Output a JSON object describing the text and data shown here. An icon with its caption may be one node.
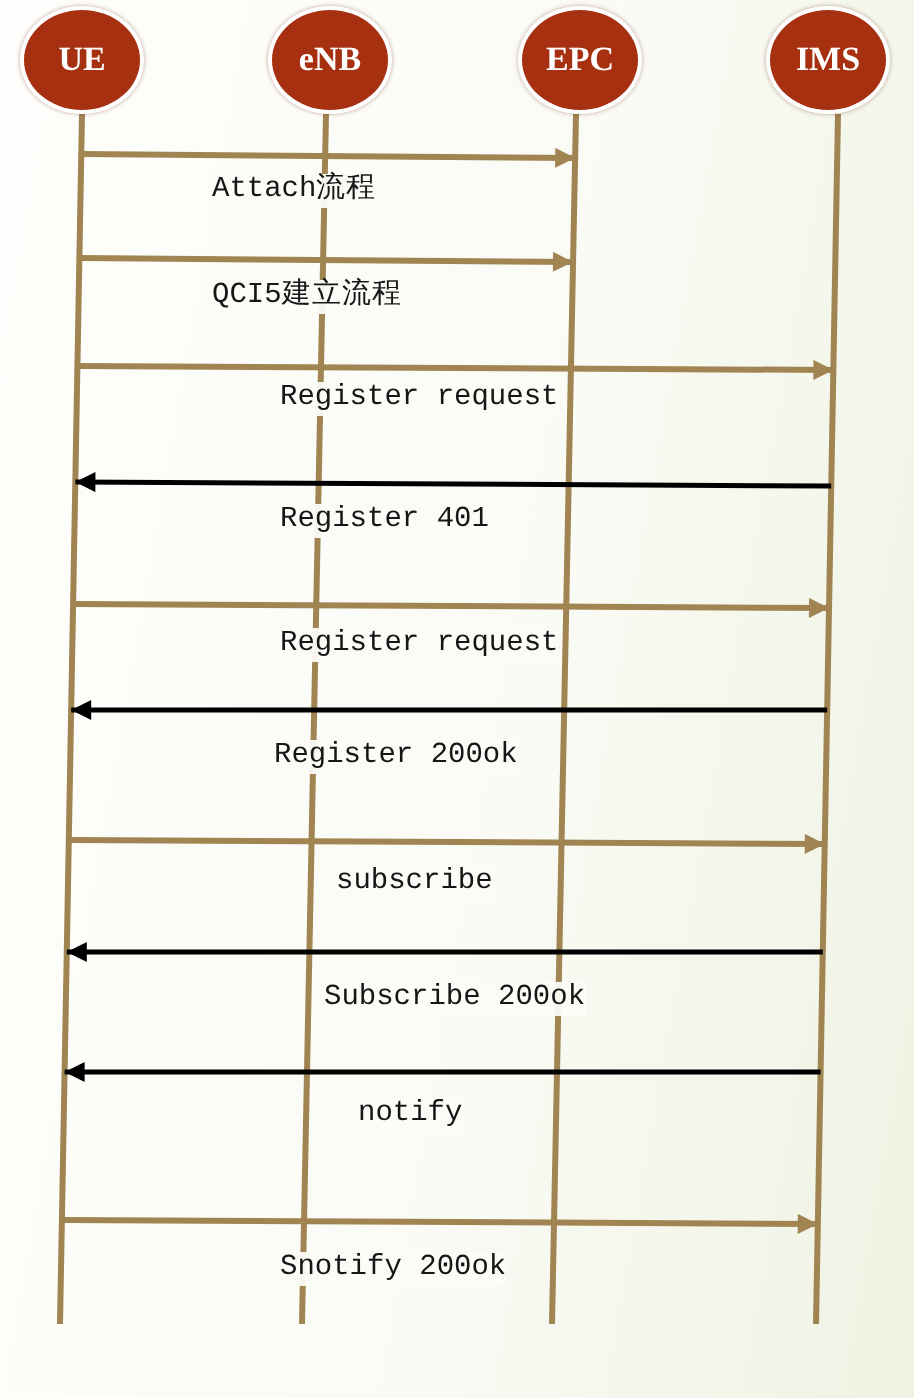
{
  "diagram": {
    "nodes": [
      {
        "text": [
          "UE"
        ]
      },
      {
        "text": [
          "eNB"
        ]
      },
      {
        "text": [
          "EPC"
        ]
      },
      {
        "text": [
          "IMS"
        ]
      }
    ],
    "edges": [
      {
        "from": 0,
        "to": 2,
        "arrow": "to",
        "label": "Attach流程"
      },
      {
        "from": 0,
        "to": 2,
        "arrow": "to",
        "label": "QCI5建立流程"
      },
      {
        "from": 0,
        "to": 3,
        "arrow": "to",
        "label": "Register request"
      },
      {
        "from": 3,
        "to": 0,
        "arrow": "to",
        "label": "Register 401",
        "color": "#000000"
      },
      {
        "from": 0,
        "to": 3,
        "arrow": "to",
        "label": "Register request"
      },
      {
        "from": 3,
        "to": 0,
        "arrow": "to",
        "label": "Register 200ok",
        "color": "#000000"
      },
      {
        "from": 0,
        "to": 3,
        "arrow": "to",
        "label": "subscribe"
      },
      {
        "from": 3,
        "to": 0,
        "arrow": "to",
        "label": "Subscribe 200ok",
        "color": "#000000"
      },
      {
        "from": 3,
        "to": 0,
        "arrow": "to",
        "label": "notify",
        "color": "#000000"
      },
      {
        "from": 0,
        "to": 3,
        "arrow": "to",
        "label": "Snotify 200ok"
      }
    ]
  }
}
